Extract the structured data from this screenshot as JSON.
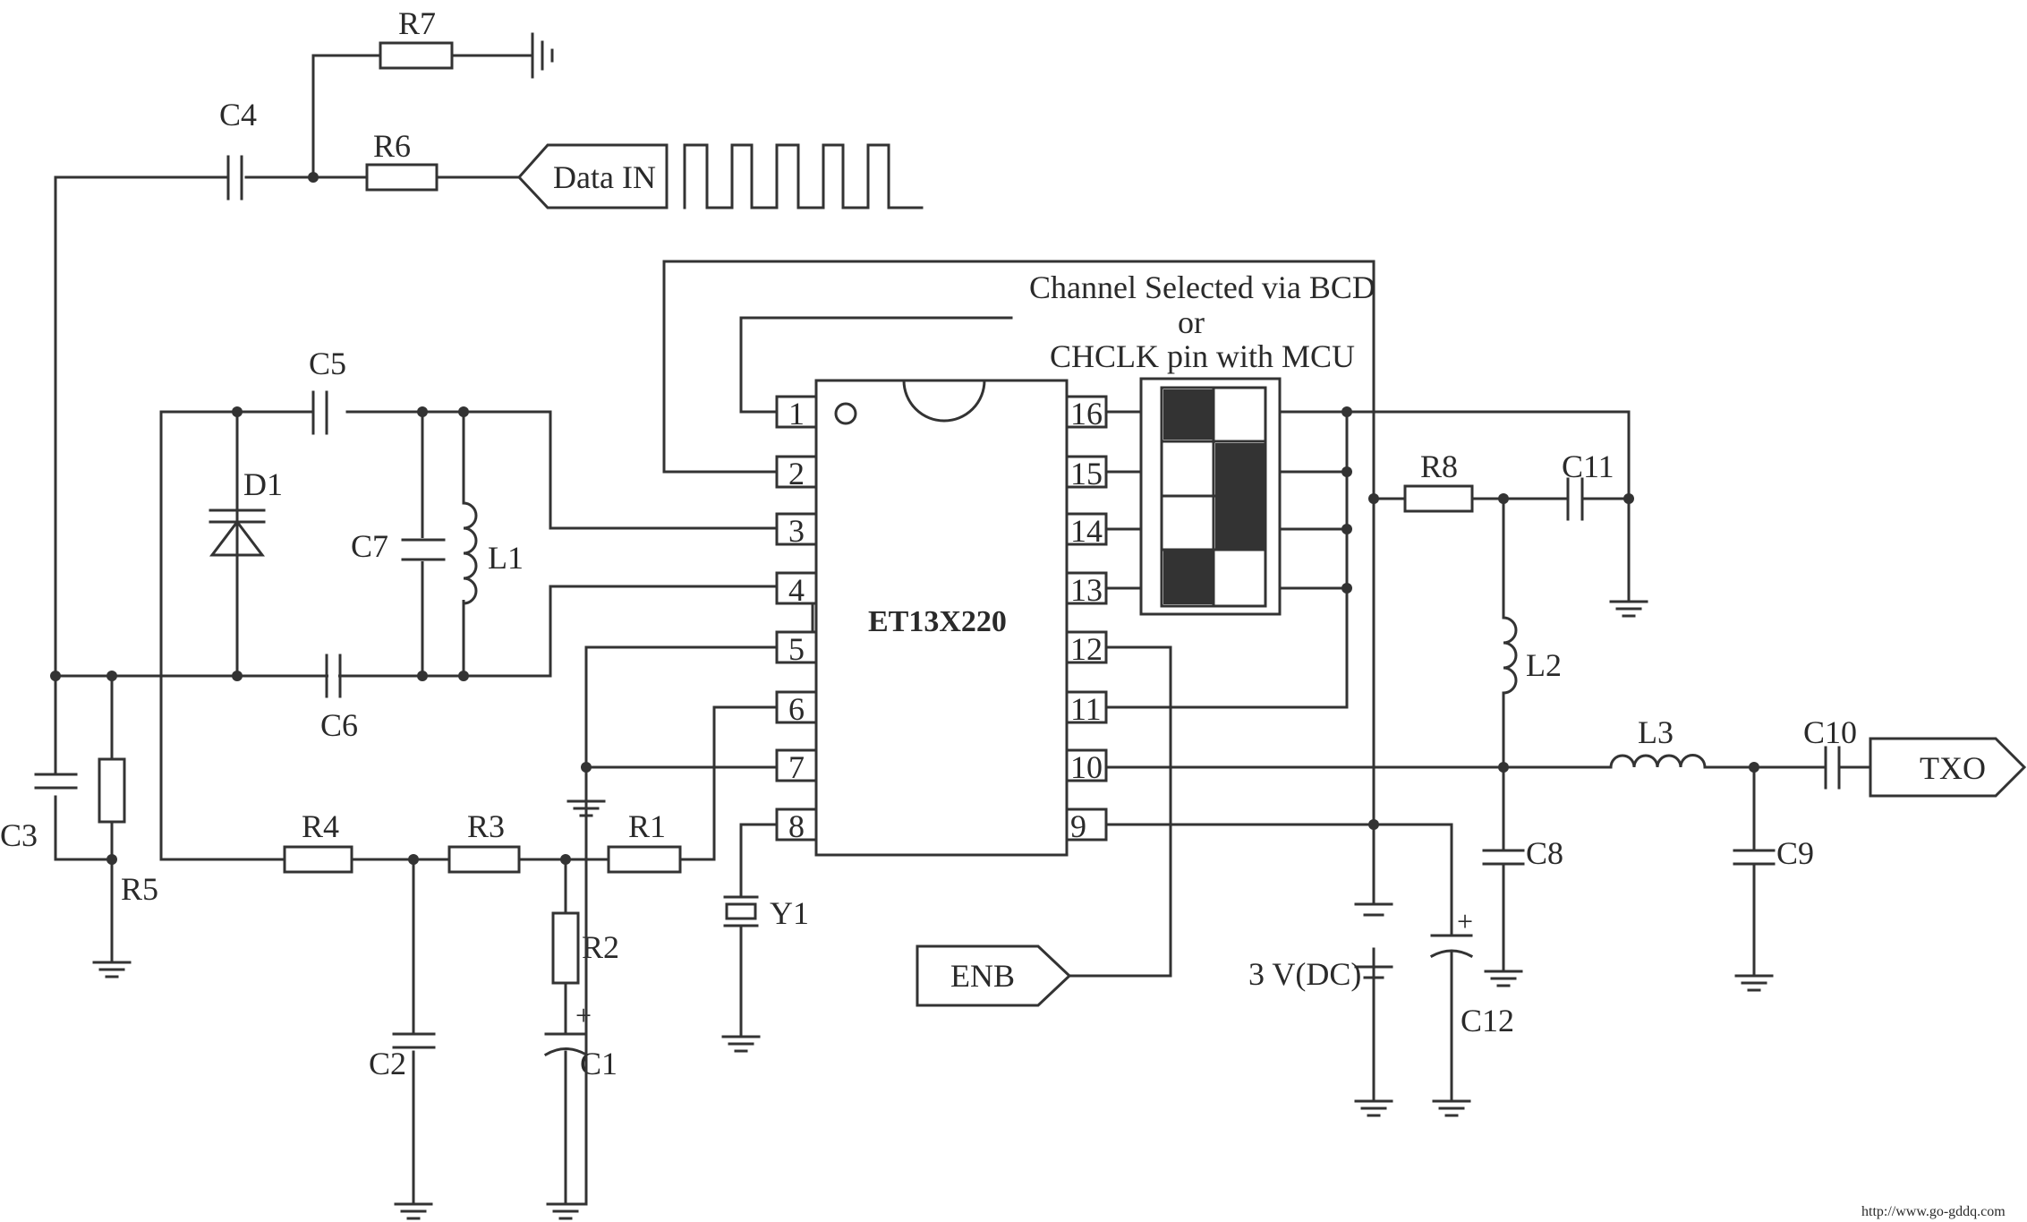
{
  "chip": {
    "name": "ET13X220"
  },
  "pins": [
    "1",
    "2",
    "3",
    "4",
    "5",
    "6",
    "7",
    "8",
    "16",
    "15",
    "14",
    "13",
    "12",
    "11",
    "10",
    "9"
  ],
  "annotation": [
    "Channel Selected via BCD",
    "or",
    "CHCLK pin with MCU"
  ],
  "ports": {
    "data_in": "Data IN",
    "enb": "ENB",
    "txo": "TXO"
  },
  "components": {
    "R1": "R1",
    "R2": "R2",
    "R3": "R3",
    "R4": "R4",
    "R5": "R5",
    "R6": "R6",
    "R7": "R7",
    "R8": "R8",
    "C1": "C1",
    "C2": "C2",
    "C3": "C3",
    "C4": "C4",
    "C5": "C5",
    "C6": "C6",
    "C7": "C7",
    "C8": "C8",
    "C9": "C9",
    "C10": "C10",
    "C11": "C11",
    "C12": "C12",
    "L1": "L1",
    "L2": "L2",
    "L3": "L3",
    "D1": "D1",
    "Y1": "Y1"
  },
  "supply": "3 V(DC)",
  "watermark": "http://www.go-gddq.com"
}
